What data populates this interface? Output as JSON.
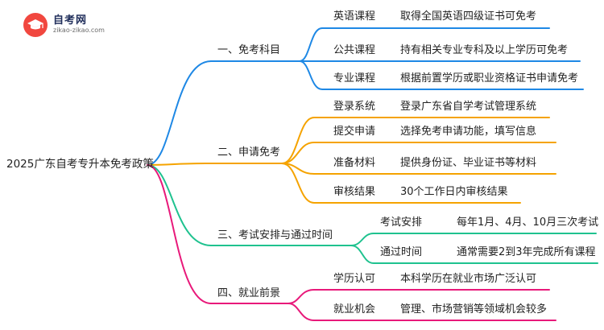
{
  "logo": {
    "title": "自考网",
    "url": "zikao-zikao.com"
  },
  "root": "2025广东自考专升本免考政策",
  "branches": [
    {
      "label": "一、免考科目",
      "color": "#1e88e5",
      "items": [
        {
          "title": "英语课程",
          "detail": "取得全国英语四级证书可免考"
        },
        {
          "title": "公共课程",
          "detail": "持有相关专业专科及以上学历可免考"
        },
        {
          "title": "专业课程",
          "detail": "根据前置学历或职业资格证书申请免考"
        }
      ]
    },
    {
      "label": "二、申请免考",
      "color": "#f5a300",
      "items": [
        {
          "title": "登录系统",
          "detail": "登录广东省自学考试管理系统"
        },
        {
          "title": "提交申请",
          "detail": "选择免考申请功能，填写信息"
        },
        {
          "title": "准备材料",
          "detail": "提供身份证、毕业证书等材料"
        },
        {
          "title": "审核结果",
          "detail": "30个工作日内审核结果"
        }
      ]
    },
    {
      "label": "三、考试安排与通过时间",
      "color": "#1fc28f",
      "items": [
        {
          "title": "考试安排",
          "detail": "每年1月、4月、10月三次考试"
        },
        {
          "title": "通过时间",
          "detail": "通常需要2到3年完成所有课程"
        }
      ]
    },
    {
      "label": "四、就业前景",
      "color": "#e8197a",
      "items": [
        {
          "title": "学历认可",
          "detail": "本科学历在就业市场广泛认可"
        },
        {
          "title": "就业机会",
          "detail": "管理、市场营销等领域机会较多"
        }
      ]
    }
  ]
}
